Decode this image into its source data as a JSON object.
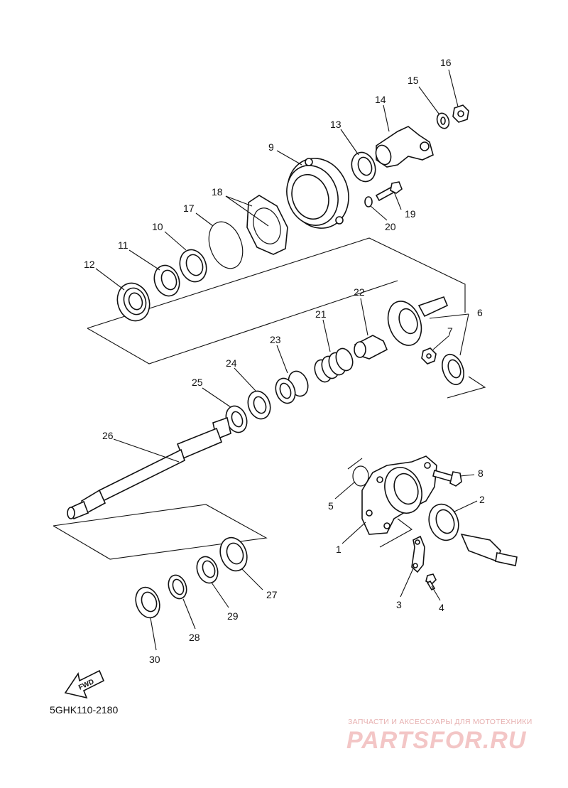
{
  "diagram": {
    "code": "5GHK110-2180",
    "fwd_label": "FWD",
    "watermark": {
      "tagline": "ЗАПЧАСТИ И АКСЕССУАРЫ ДЛЯ МОТОТЕХНИКИ",
      "brand": "PARTSFOR.RU"
    },
    "callouts": [
      "1",
      "2",
      "3",
      "4",
      "5",
      "6",
      "7",
      "8",
      "9",
      "10",
      "11",
      "12",
      "13",
      "14",
      "15",
      "16",
      "17",
      "18",
      "19",
      "20",
      "21",
      "22",
      "23",
      "24",
      "25",
      "26",
      "27",
      "28",
      "29",
      "30"
    ]
  }
}
